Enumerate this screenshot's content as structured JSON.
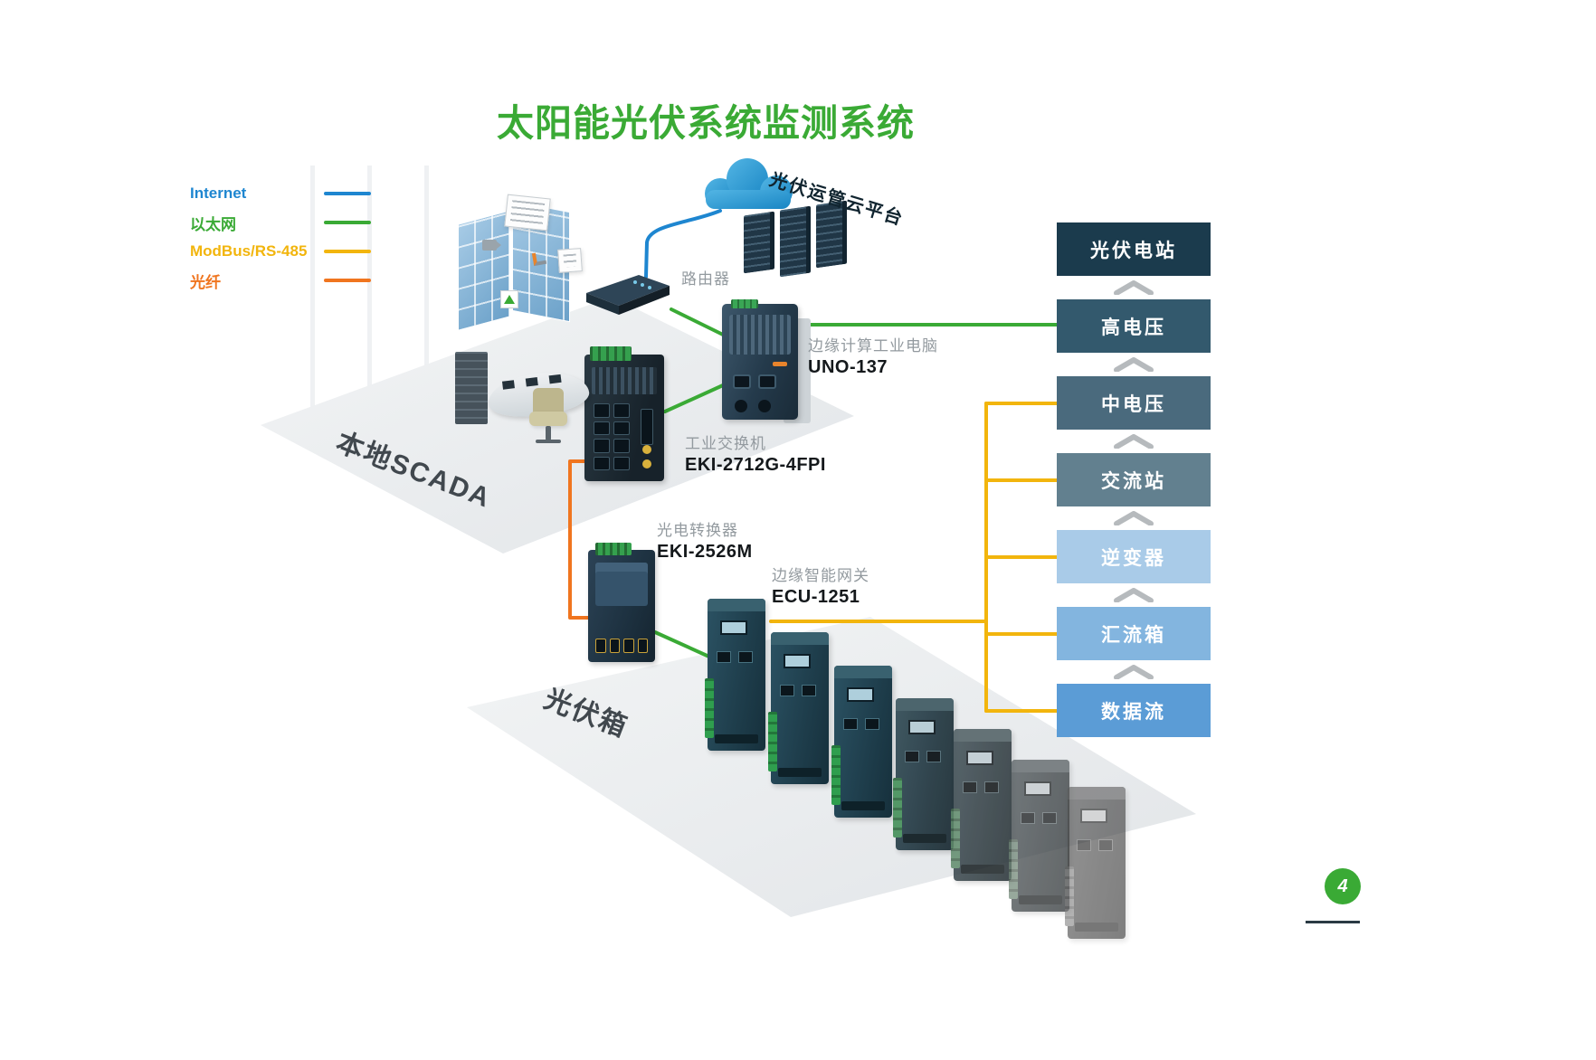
{
  "page": {
    "title": "太阳能光伏系统监测系统",
    "title_color": "#3aaa35",
    "page_number": "4",
    "badge_color": "#3aaa35"
  },
  "legend": {
    "items": [
      {
        "id": "internet",
        "label": "Internet",
        "color": "#1e86d0"
      },
      {
        "id": "ethernet",
        "label": "以太网",
        "color": "#3aaa35"
      },
      {
        "id": "modbus",
        "label": "ModBus/RS-485",
        "color": "#f2b50d"
      },
      {
        "id": "fiber",
        "label": "光纤",
        "color": "#f0751f"
      }
    ]
  },
  "areas": {
    "scada": "本地SCADA",
    "pv_box": "光伏箱"
  },
  "nodes": {
    "cloud_platform": {
      "label": "光伏运管云平台"
    },
    "router": {
      "label": "路由器"
    },
    "edge_pc": {
      "desc": "边缘计算工业电脑",
      "model": "UNO-137"
    },
    "industrial_switch": {
      "desc": "工业交换机",
      "model": "EKI-2712G-4FPI"
    },
    "media_converter": {
      "desc": "光电转换器",
      "model": "EKI-2526M"
    },
    "edge_gateway": {
      "desc": "边缘智能网关",
      "model": "ECU-1251"
    }
  },
  "right_column": {
    "items": [
      {
        "label": "光伏电站",
        "color": "#1b3b4d"
      },
      {
        "label": "高电压",
        "color": "#33596d"
      },
      {
        "label": "中电压",
        "color": "#4a6a7d"
      },
      {
        "label": "交流站",
        "color": "#62808f"
      },
      {
        "label": "逆变器",
        "color": "#a9cbe8"
      },
      {
        "label": "汇流箱",
        "color": "#83b5df"
      },
      {
        "label": "数据流",
        "color": "#5b9cd6"
      }
    ]
  }
}
